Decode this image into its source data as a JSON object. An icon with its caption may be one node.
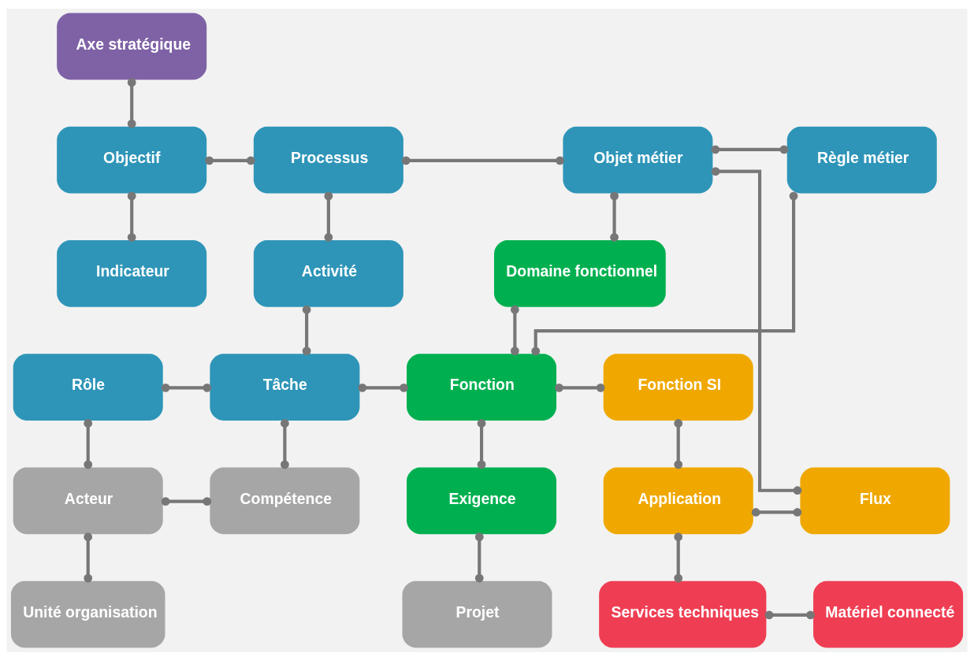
{
  "diagram": {
    "nodes": [
      {
        "text": [
          "Axe stratégique"
        ]
      },
      {
        "text": [
          "Objectif"
        ]
      },
      {
        "text": [
          "Processus"
        ]
      },
      {
        "text": [
          "Objet métier"
        ]
      },
      {
        "text": [
          "Règle métier"
        ]
      },
      {
        "text": [
          "Indicateur"
        ]
      },
      {
        "text": [
          "Activité"
        ]
      },
      {
        "text": [
          "Domaine fonctionnel"
        ]
      },
      {
        "text": [
          "Rôle"
        ]
      },
      {
        "text": [
          "Tâche"
        ]
      },
      {
        "text": [
          "Fonction"
        ]
      },
      {
        "text": [
          "Fonction SI"
        ]
      },
      {
        "text": [
          "Acteur"
        ]
      },
      {
        "text": [
          "Compétence"
        ]
      },
      {
        "text": [
          "Exigence"
        ]
      },
      {
        "text": [
          "Application"
        ]
      },
      {
        "text": [
          "Flux"
        ]
      },
      {
        "text": [
          "Unité organisation"
        ]
      },
      {
        "text": [
          "Projet"
        ]
      },
      {
        "text": [
          "Services techniques"
        ]
      },
      {
        "text": [
          "Matériel connecté"
        ]
      }
    ],
    "edges": [
      {
        "from": 0,
        "to": 1,
        "arrow": "other"
      },
      {
        "from": 1,
        "to": 2,
        "arrow": "other"
      },
      {
        "from": 2,
        "to": 3,
        "arrow": "other"
      },
      {
        "from": 3,
        "to": 4,
        "arrow": "other"
      },
      {
        "from": 3,
        "to": 16,
        "arrow": "other"
      },
      {
        "from": 1,
        "to": 5,
        "arrow": "other"
      },
      {
        "from": 2,
        "to": 6,
        "arrow": "other"
      },
      {
        "from": 3,
        "to": 7,
        "arrow": "other"
      },
      {
        "from": 4,
        "to": 10,
        "arrow": "other"
      },
      {
        "from": 6,
        "to": 9,
        "arrow": "other"
      },
      {
        "from": 7,
        "to": 10,
        "arrow": "other"
      },
      {
        "from": 8,
        "to": 9,
        "arrow": "other"
      },
      {
        "from": 9,
        "to": 10,
        "arrow": "other"
      },
      {
        "from": 10,
        "to": 11,
        "arrow": "other"
      },
      {
        "from": 8,
        "to": 12,
        "arrow": "other"
      },
      {
        "from": 9,
        "to": 13,
        "arrow": "other"
      },
      {
        "from": 10,
        "to": 14,
        "arrow": "other"
      },
      {
        "from": 11,
        "to": 15,
        "arrow": "other"
      },
      {
        "from": 12,
        "to": 13,
        "arrow": "other"
      },
      {
        "from": 15,
        "to": 16,
        "arrow": "other"
      },
      {
        "from": 12,
        "to": 17,
        "arrow": "other"
      },
      {
        "from": 14,
        "to": 18,
        "arrow": "other"
      },
      {
        "from": 15,
        "to": 19,
        "arrow": "other"
      },
      {
        "from": 19,
        "to": 20,
        "arrow": "other"
      }
    ]
  }
}
